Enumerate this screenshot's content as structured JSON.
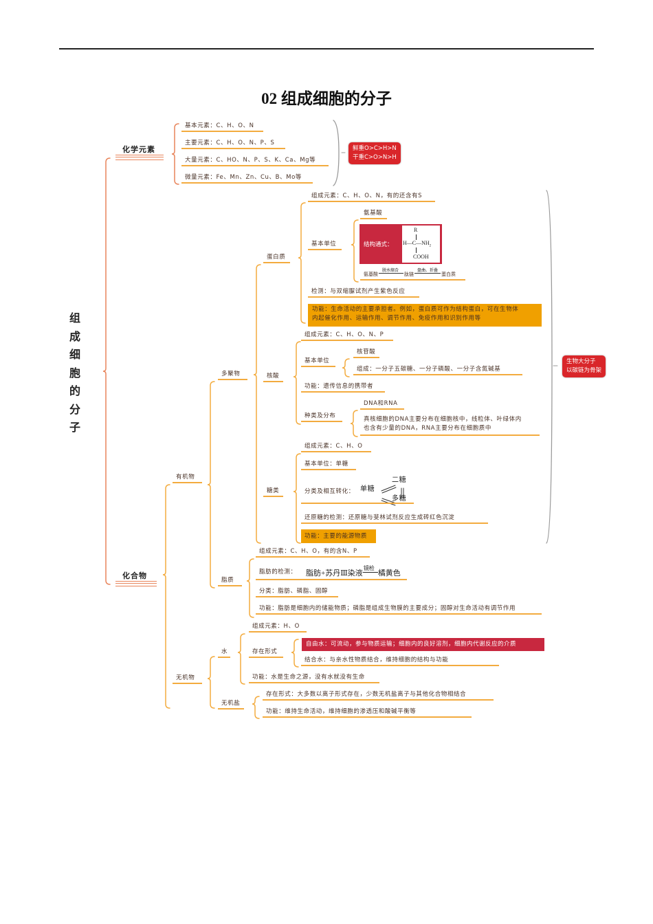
{
  "title": "02 组成细胞的分子",
  "side_title": "组成细胞的分子",
  "chem": {
    "label": "化学元素",
    "items": [
      "基本元素：C、H、O、N",
      "主要元素：C、H、O、N、P、S",
      "大量元素：C、HO、N、P、S、K、Ca、Mg等",
      "微量元素：Fe、Mn、Zn、Cu、B、Mo等"
    ],
    "note": [
      "鲜重O>C>H>N",
      "干重C>O>N>H"
    ]
  },
  "compound": {
    "label": "化合物"
  },
  "organic": {
    "label": "有机物"
  },
  "polymer": {
    "label": "多聚物"
  },
  "macro_note": [
    "生物大分子",
    "以碳链为骨架"
  ],
  "protein": {
    "label": "蛋白质",
    "elements": "组成元素：C、H、O、N，有的还含有S",
    "unit_label": "基本单位",
    "amino_acid": "氨基酸",
    "formula_label": "结构通式：",
    "formula": {
      "r": "R",
      "h": "H—C—NH",
      "sub": "2",
      "cooh": "COOH"
    },
    "reaction": {
      "a": "氨基酸",
      "s1": "脱水缩合",
      "b": "肽链",
      "s2": "盘曲、折叠",
      "c": "蛋白质"
    },
    "detection": "检测：与双缩脲试剂产生紫色反应",
    "function": [
      "功能：生命活动的主要承担者。例如，蛋白质可作为结构蛋白，可在生物体",
      "内起催化作用、运输作用、调节作用、免疫作用和识别作用等"
    ]
  },
  "nucleic": {
    "label": "核酸",
    "elements": "组成元素：C、H、O、N、P",
    "unit_label": "基本单位",
    "nucleotide": "核苷酸",
    "composition": "组成：一分子五碳糖、一分子磷酸、一分子含氮碱基",
    "function": "功能：遗传信息的携带者",
    "types_label": "种类及分布",
    "types": "DNA和RNA",
    "distribution": [
      "真核细胞的DNA主要分布在细胞核中，线粒体、叶绿体内",
      "也含有少量的DNA，RNA主要分布在细胞质中"
    ]
  },
  "sugar": {
    "label": "糖类",
    "elements": "组成元素：C、H、O",
    "unit": "基本单位：单糖",
    "class_label": "分类及相互转化：",
    "mono": "单糖",
    "di": "二糖",
    "poly": "多糖",
    "detection": "还原糖的检测：还原糖与斐林试剂反应生成砖红色沉淀",
    "function": "功能：主要的能源物质"
  },
  "lipid": {
    "label": "脂质",
    "elements": "组成元素：C、H、O，有的含N、P",
    "detect_label": "脂肪的检测：",
    "detect_formula": "脂肪+苏丹Ⅲ染液",
    "detect_step": "镜检",
    "detect_result": "橘黄色",
    "classes": "分类：脂肪、磷脂、固醇",
    "function": "功能：脂肪是细胞内的储能物质；磷脂是组成生物膜的主要成分；固醇对生命活动有调节作用"
  },
  "inorganic": {
    "label": "无机物"
  },
  "water": {
    "label": "水",
    "elements": "组成元素：H、O",
    "form_label": "存在形式",
    "free": "自由水：可流动，参与物质运输；细胞内的良好溶剂，细胞内代谢反应的介质",
    "bound": "结合水：与亲水性物质结合，维持细胞的结构与功能",
    "function": "功能：水是生命之源，没有水就没有生命"
  },
  "salt": {
    "label": "无机盐",
    "form": "存在形式：大多数以离子形式存在，少数无机盐离子与其他化合物相结合",
    "function": "功能：维持生命活动，维持细胞的渗透压和酸碱平衡等"
  }
}
